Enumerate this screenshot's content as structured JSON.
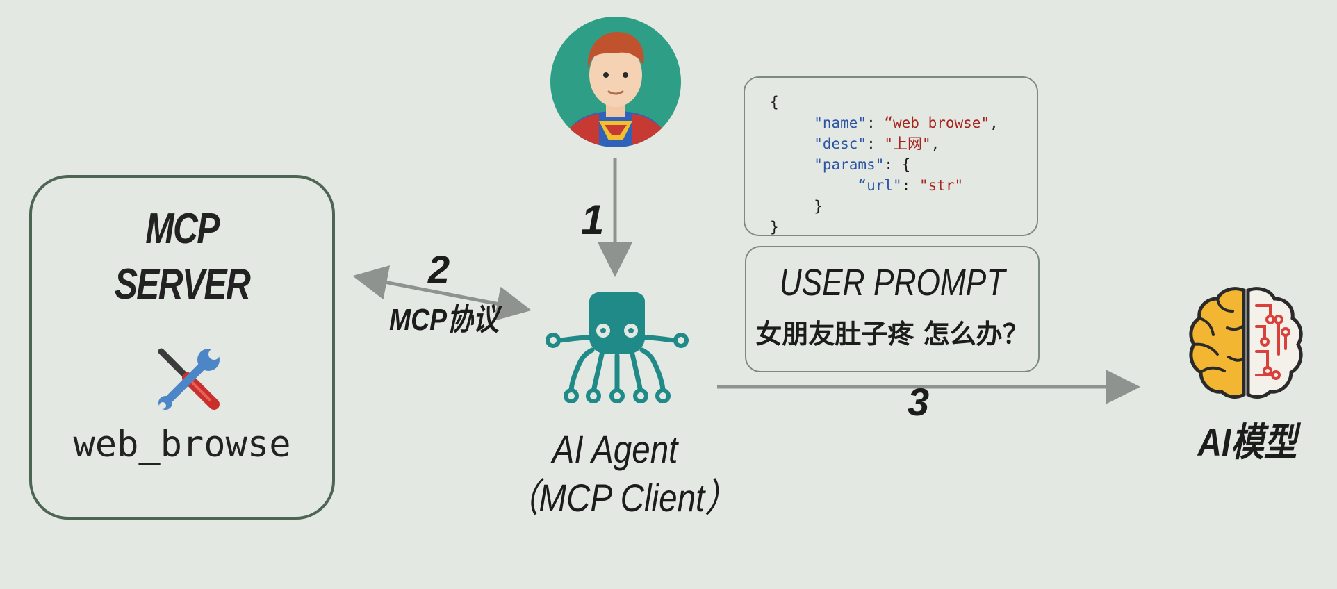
{
  "server": {
    "title_line1": "MCP",
    "title_line2": "SERVER",
    "tool_name": "web_browse"
  },
  "steps": {
    "step1": "1",
    "step2": "2",
    "step3": "3",
    "protocol_label": "MCP协议"
  },
  "agent": {
    "line1": "AI Agent",
    "line2": "（MCP Client）"
  },
  "tool_schema": {
    "open_brace": "{",
    "name_key": "\"name\"",
    "name_value": "“web_browse\"",
    "desc_key": "\"desc\"",
    "desc_value": "\"上网\"",
    "params_key": "\"params\"",
    "params_open": "{",
    "url_key": "“url\"",
    "url_value": "\"str\"",
    "params_close": "}",
    "close_brace": "}"
  },
  "prompt": {
    "title": "USER PROMPT",
    "text": "女朋友肚子疼 怎么办？"
  },
  "model": {
    "label": "AI模型"
  },
  "colors": {
    "background": "#e4e8e2",
    "server_border": "#4f6553",
    "agent_teal": "#1f8a88",
    "arrow_gray": "#8f938f",
    "json_key": "#2b54a4",
    "json_string": "#a8231e",
    "brain_yellow": "#f2b632",
    "brain_red": "#d9423c"
  },
  "icons": {
    "user": "superhero-avatar-icon",
    "tools": "wrench-screwdriver-icon",
    "agent": "octopus-agent-icon",
    "model": "brain-circuit-icon"
  }
}
